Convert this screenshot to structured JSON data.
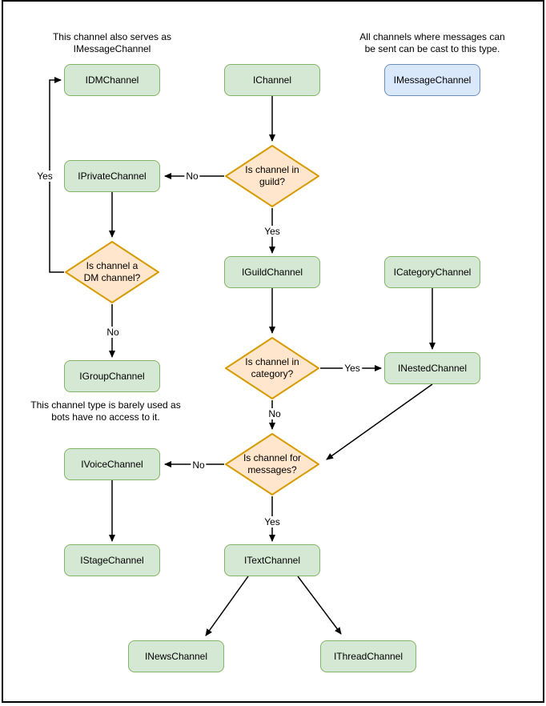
{
  "colors": {
    "green_fill": "#d5e8d4",
    "green_stroke": "#82b366",
    "blue_fill": "#dae8fc",
    "blue_stroke": "#6c8ebf",
    "diamond_fill": "#ffe6cc",
    "diamond_stroke": "#d79b00",
    "edge": "#000000",
    "text": "#000000"
  },
  "notes": {
    "dm_serves": {
      "lines": [
        "This channel also serves as",
        "IMessageChannel"
      ]
    },
    "message_cast": {
      "lines": [
        "All channels where messages can",
        "be sent can be cast to this type."
      ]
    },
    "group_barely_used": {
      "lines": [
        "This channel type is barely used as",
        "bots have no access to it."
      ]
    }
  },
  "nodes": {
    "idm_channel": "IDMChannel",
    "i_channel": "IChannel",
    "imessage_channel": "IMessageChannel",
    "iprivate_channel": "IPrivateChannel",
    "iguild_channel": "IGuildChannel",
    "icategory_channel": "ICategoryChannel",
    "igroup_channel": "IGroupChannel",
    "inested_channel": "INestedChannel",
    "ivoice_channel": "IVoiceChannel",
    "istage_channel": "IStageChannel",
    "itext_channel": "ITextChannel",
    "inews_channel": "INewsChannel",
    "ithread_channel": "IThreadChannel"
  },
  "decisions": {
    "in_guild": {
      "lines": [
        "Is channel in",
        "guild?"
      ]
    },
    "is_dm": {
      "lines": [
        "Is channel a",
        "DM channel?"
      ]
    },
    "in_category": {
      "lines": [
        "Is channel in",
        "category?"
      ]
    },
    "for_messages": {
      "lines": [
        "Is channel for",
        "messages?"
      ]
    }
  },
  "edge_labels": {
    "guild_no": "No",
    "guild_yes": "Yes",
    "dm_yes": "Yes",
    "dm_no": "No",
    "category_yes": "Yes",
    "category_no": "No",
    "messages_no": "No",
    "messages_yes": "Yes"
  }
}
